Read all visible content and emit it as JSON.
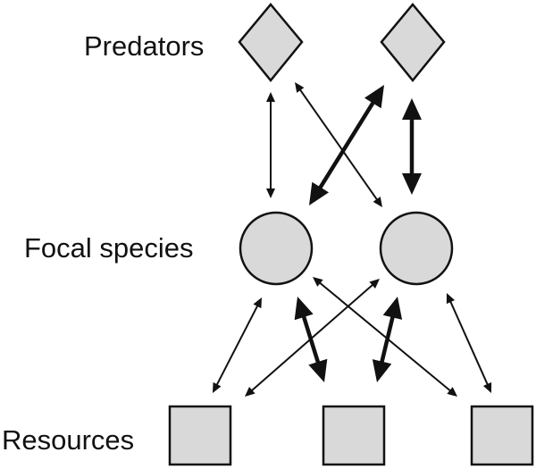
{
  "labels": {
    "predators": "Predators",
    "focal_species": "Focal species",
    "resources": "Resources"
  },
  "colors": {
    "node_fill": "#d9d9d9",
    "stroke": "#111111",
    "background": "#ffffff"
  },
  "levels": [
    {
      "id": "predators",
      "shape": "diamond",
      "nodes": [
        "P1",
        "P2"
      ]
    },
    {
      "id": "focal_species",
      "shape": "circle",
      "nodes": [
        "F1",
        "F2"
      ]
    },
    {
      "id": "resources",
      "shape": "square",
      "nodes": [
        "R1",
        "R2",
        "R3"
      ]
    }
  ],
  "interactions": [
    {
      "a": "P1",
      "b": "F1",
      "strength": "weak"
    },
    {
      "a": "P1",
      "b": "F2",
      "strength": "weak"
    },
    {
      "a": "P2",
      "b": "F1",
      "strength": "strong"
    },
    {
      "a": "P2",
      "b": "F2",
      "strength": "strong"
    },
    {
      "a": "F1",
      "b": "R1",
      "strength": "weak"
    },
    {
      "a": "F1",
      "b": "R2",
      "strength": "strong"
    },
    {
      "a": "F1",
      "b": "R3",
      "strength": "weak"
    },
    {
      "a": "F2",
      "b": "R1",
      "strength": "weak"
    },
    {
      "a": "F2",
      "b": "R2",
      "strength": "strong"
    },
    {
      "a": "F2",
      "b": "R3",
      "strength": "weak"
    }
  ]
}
